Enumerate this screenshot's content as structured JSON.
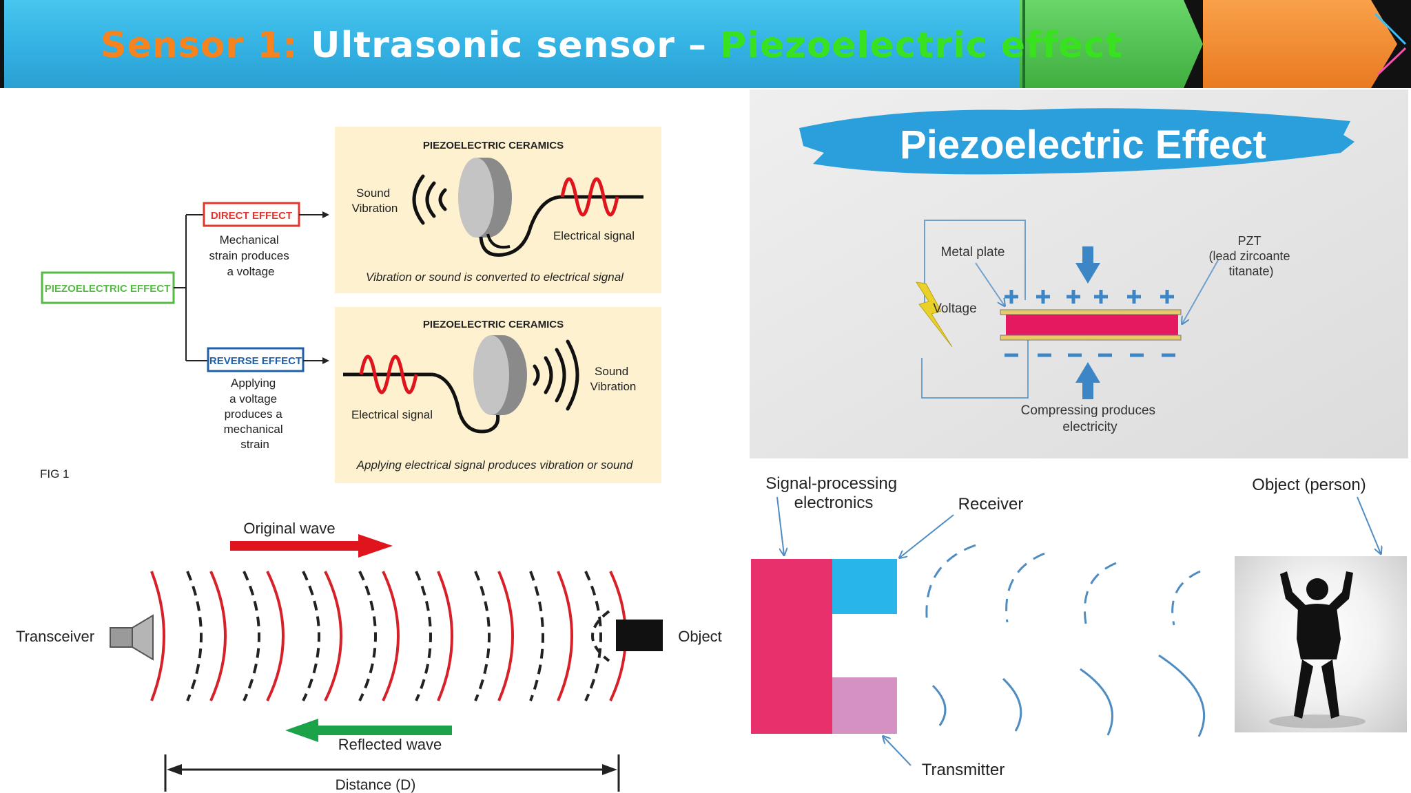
{
  "header": {
    "title_part1": "Sensor 1:",
    "title_part2": "Ultrasonic sensor –",
    "title_part3": "Piezoelectric effect",
    "colors": {
      "bar": "#35b7e6",
      "green_tab": "#4fc24f",
      "orange_tab": "#f28b32",
      "part1": "#f7831f",
      "part2": "#ffffff",
      "part3": "#39e21f"
    }
  },
  "fig1": {
    "root_label": "PIEZOELECTRIC EFFECT",
    "direct": {
      "label": "DIRECT EFFECT",
      "desc": [
        "Mechanical",
        "strain produces",
        "a voltage"
      ]
    },
    "reverse": {
      "label": "REVERSE EFFECT",
      "desc": [
        "Applying",
        "a voltage",
        "produces a",
        "mechanical",
        "strain"
      ]
    },
    "panel_top": {
      "title": "PIEZOELECTRIC CERAMICS",
      "sound": [
        "Sound",
        "Vibration"
      ],
      "signal": "Electrical signal",
      "caption": "Vibration or sound is converted to electrical signal"
    },
    "panel_bottom": {
      "title": "PIEZOELECTRIC CERAMICS",
      "sound": [
        "Sound",
        "Vibration"
      ],
      "signal": "Electrical signal",
      "caption": "Applying electrical signal produces vibration or sound"
    },
    "fig_label": "FIG 1"
  },
  "piezo_card": {
    "title": "Piezoelectric Effect",
    "metal_plate": "Metal plate",
    "pzt": [
      "PZT",
      "(lead zircoante",
      "titanate)"
    ],
    "voltage": "Voltage",
    "compressing": [
      "Compressing produces",
      "electricity"
    ]
  },
  "wave_diagram": {
    "original": "Original wave",
    "reflected": "Reflected wave",
    "transceiver": "Transceiver",
    "object": "Object",
    "distance": "Distance (D)"
  },
  "sensor_diagram": {
    "signal_processing": [
      "Signal-processing",
      "electronics"
    ],
    "receiver": "Receiver",
    "object_person": "Object (person)",
    "transmitter": "Transmitter"
  }
}
